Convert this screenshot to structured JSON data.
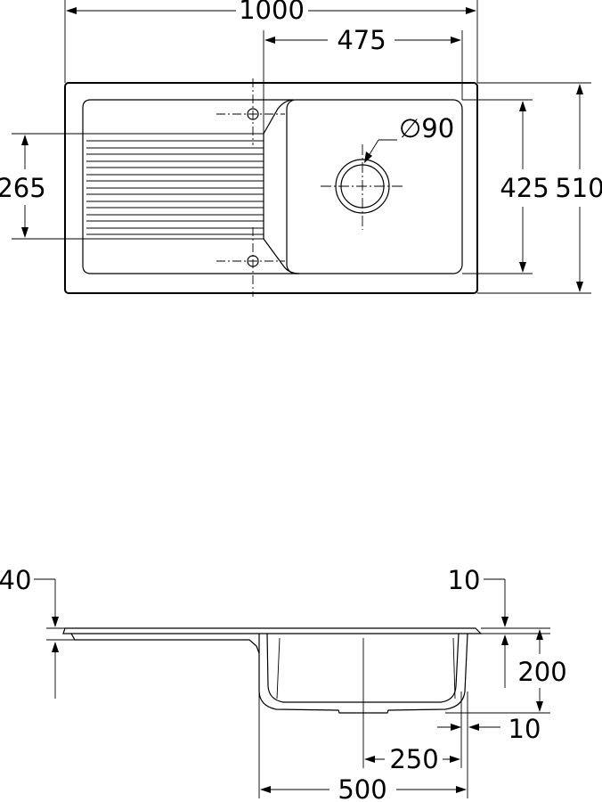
{
  "top_view": {
    "dim_overall_width": "1000",
    "dim_bowl_width": "475",
    "dim_drainer_height": "265",
    "dim_bowl_depth": "425",
    "dim_overall_depth": "510",
    "dim_waste_diameter": "∅90"
  },
  "side_view": {
    "dim_left_40": "40",
    "dim_top_10": "10",
    "dim_height_200": "200",
    "dim_bottom_10": "10",
    "dim_250": "250",
    "dim_500": "500"
  },
  "colors": {
    "line": "#000000",
    "background": "#ffffff"
  }
}
